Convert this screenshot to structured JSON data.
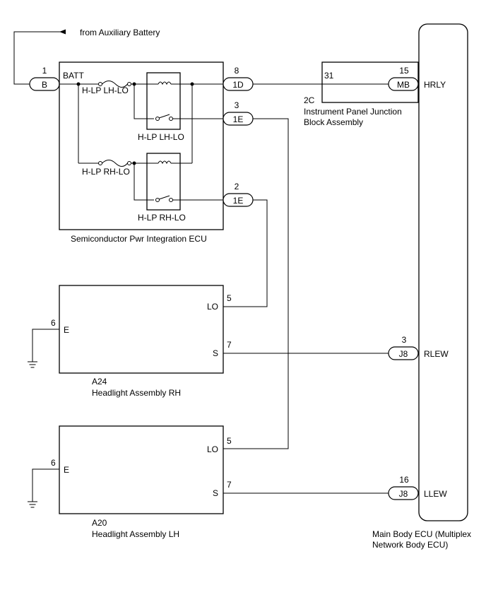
{
  "source_label": "from Auxiliary Battery",
  "spi_ecu": {
    "name": "Semiconductor Pwr Integration ECU",
    "batt_label": "BATT",
    "fuse_lh": "H-LP LH-LO",
    "fuse_rh": "H-LP RH-LO",
    "relay_lh": "H-LP LH-LO",
    "relay_rh": "H-LP RH-LO"
  },
  "connectors": {
    "b": {
      "code": "B",
      "pin": "1"
    },
    "d1_8": {
      "code": "1D",
      "pin": "8"
    },
    "e1_3": {
      "code": "1E",
      "pin": "3"
    },
    "e1_2": {
      "code": "1E",
      "pin": "2"
    },
    "mb": {
      "code": "MB",
      "pin": "15"
    },
    "j8_rlew": {
      "code": "J8",
      "pin": "3"
    },
    "j8_llew": {
      "code": "J8",
      "pin": "16"
    }
  },
  "junction_block": {
    "code": "2C",
    "pin": "31",
    "name_line1": "Instrument Panel Junction",
    "name_line2": "Block Assembly"
  },
  "main_body_ecu": {
    "terminal_hrly": "HRLY",
    "terminal_rlew": "RLEW",
    "terminal_llew": "LLEW",
    "name_line1": "Main Body ECU (Multiplex",
    "name_line2": "Network Body ECU)"
  },
  "headlight_rh": {
    "code": "A24",
    "name": "Headlight Assembly RH",
    "lo_label": "LO",
    "lo_pin": "5",
    "s_label": "S",
    "s_pin": "7",
    "e_label": "E",
    "e_pin": "6"
  },
  "headlight_lh": {
    "code": "A20",
    "name": "Headlight Assembly LH",
    "lo_label": "LO",
    "lo_pin": "5",
    "s_label": "S",
    "s_pin": "7",
    "e_label": "E",
    "e_pin": "6"
  }
}
